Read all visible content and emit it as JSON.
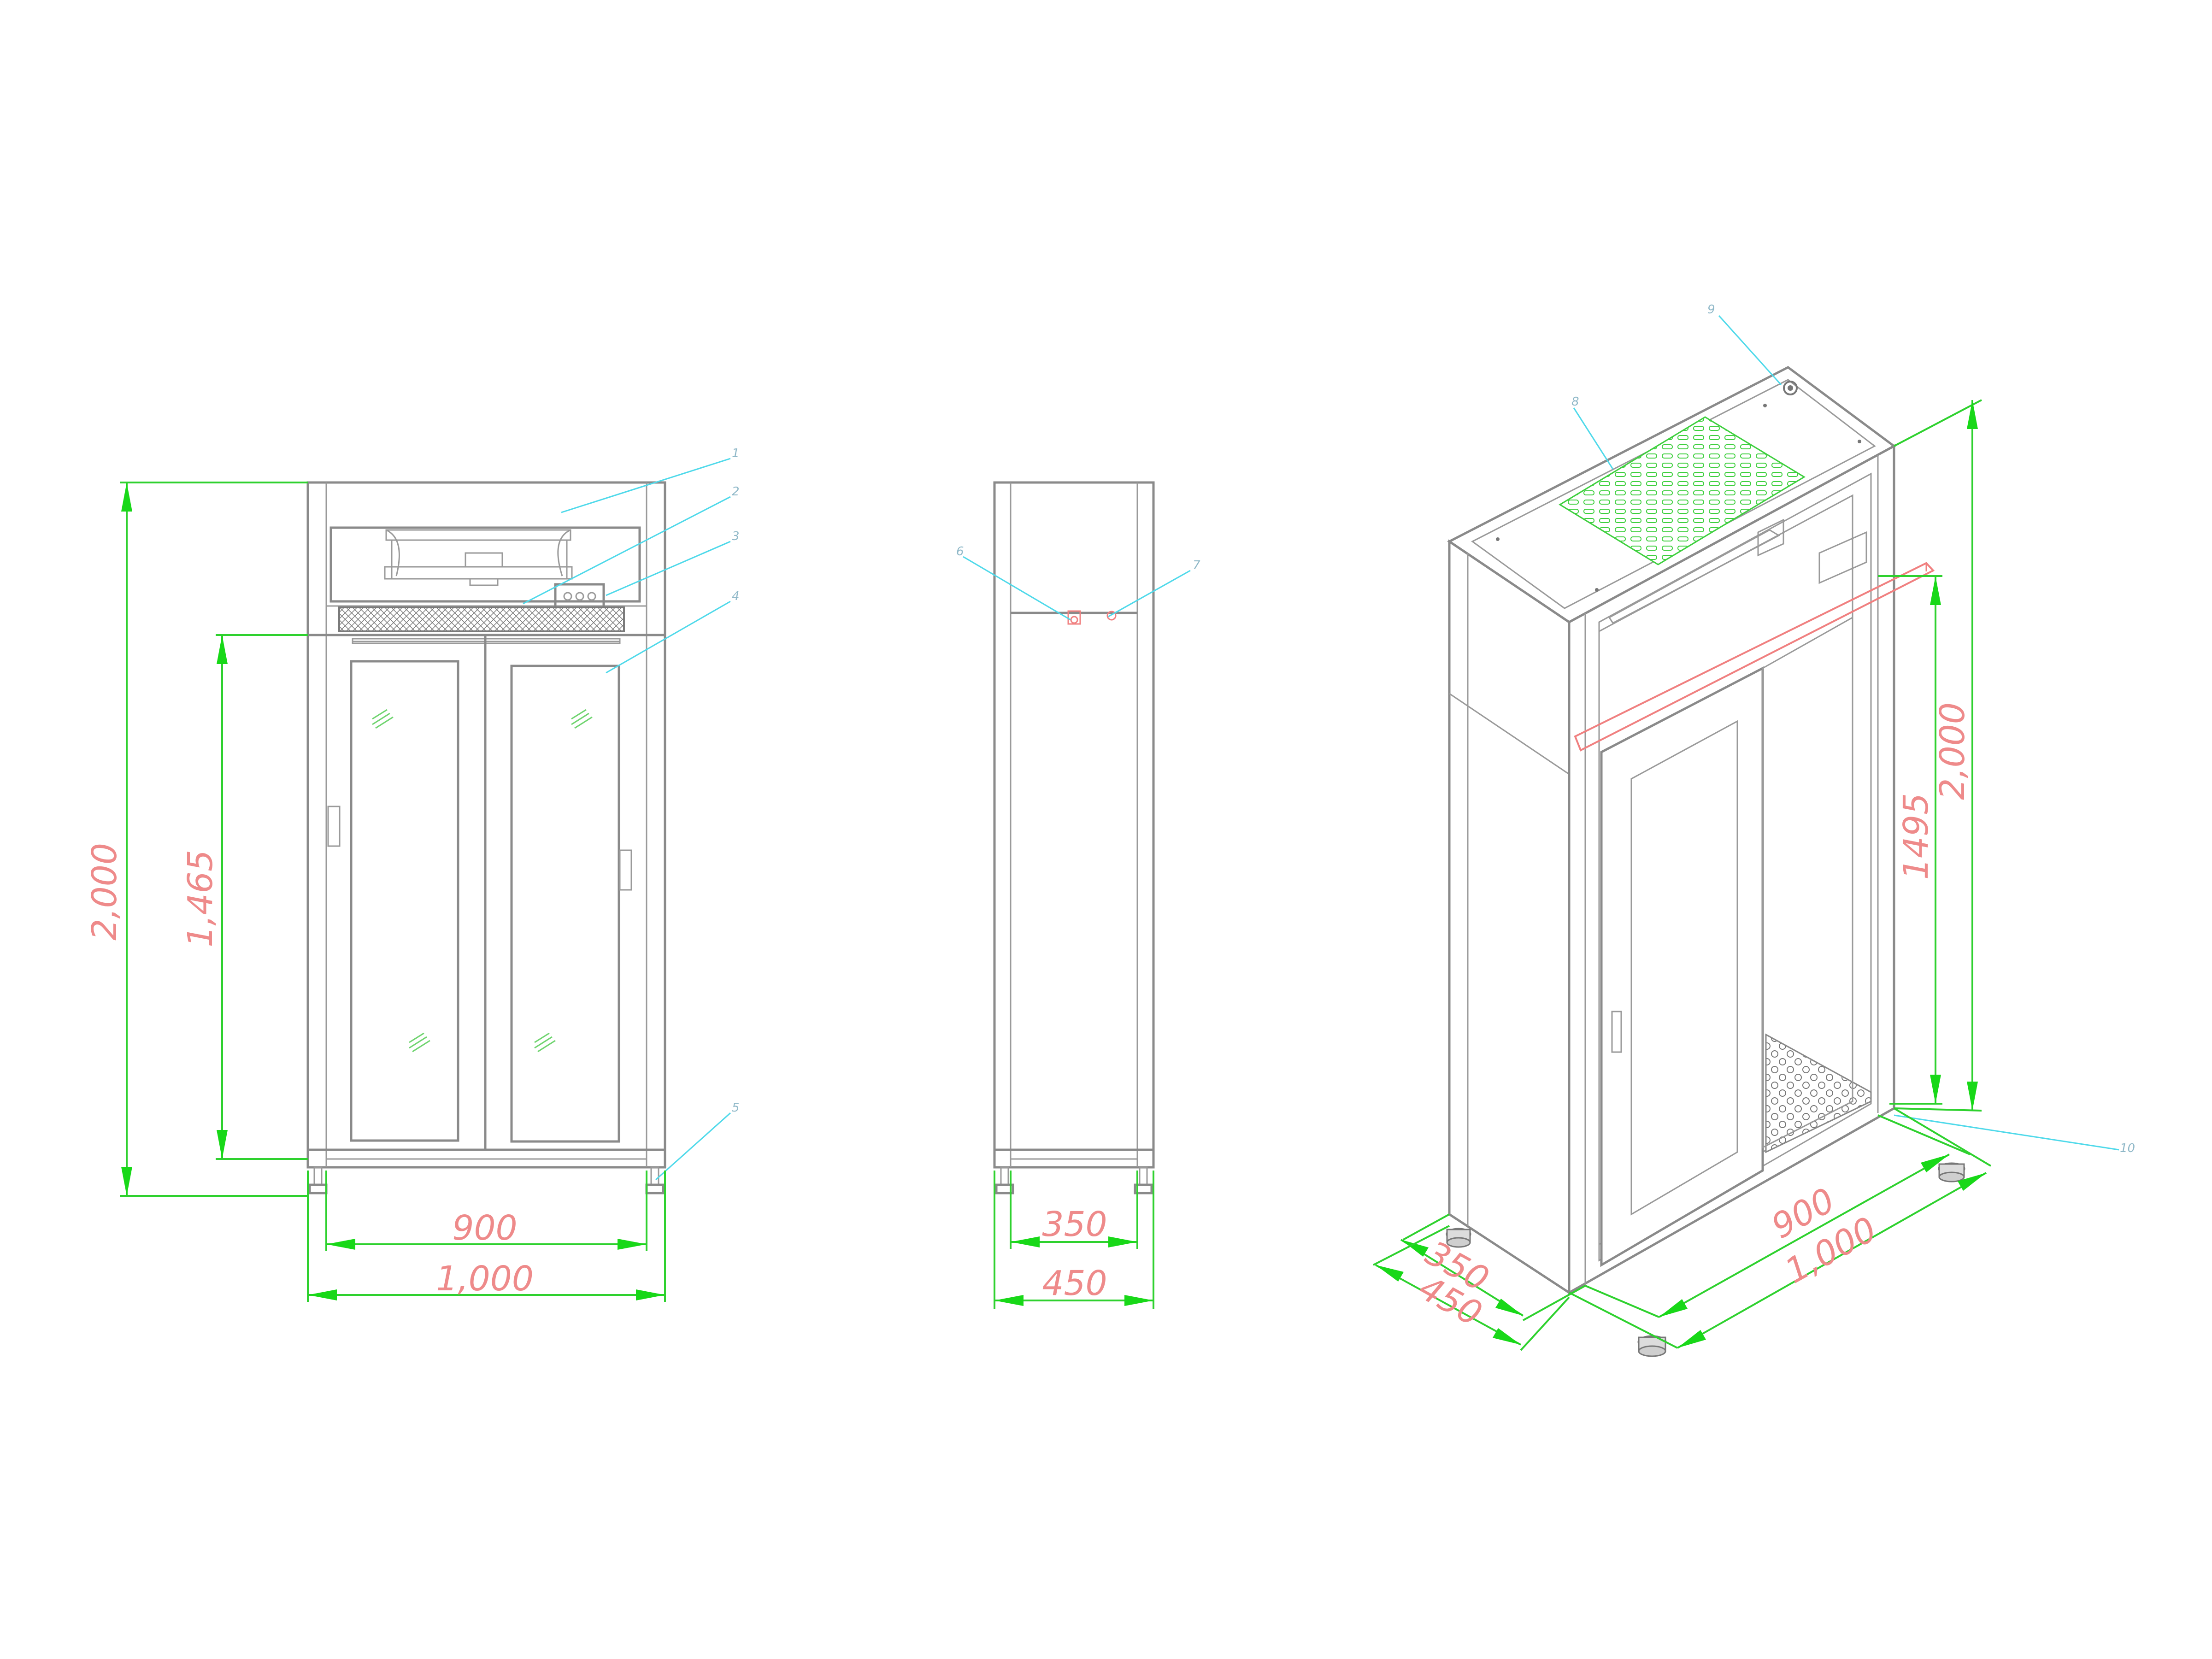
{
  "front_view": {
    "dims": {
      "height_total": "2,000",
      "height_door": "1,465",
      "width_inner": "900",
      "width_total": "1,000"
    },
    "parts": [
      "1",
      "2",
      "3",
      "4",
      "5"
    ]
  },
  "side_view": {
    "dims": {
      "depth_inner": "350",
      "depth_total": "450"
    },
    "parts": [
      "6",
      "7"
    ]
  },
  "iso_view": {
    "dims": {
      "height_total": "2,000",
      "height_door": "1495",
      "width_inner": "900",
      "width_total": "1,000",
      "depth_inner": "350",
      "depth_total": "450"
    },
    "parts": [
      "8",
      "9",
      "10"
    ]
  },
  "colors": {
    "outline": "#8a8a8a",
    "dimension": "#2ed12e",
    "dim_text": "#ee8a8a",
    "leader": "#4fd9ea",
    "highlight": "#f08080"
  }
}
